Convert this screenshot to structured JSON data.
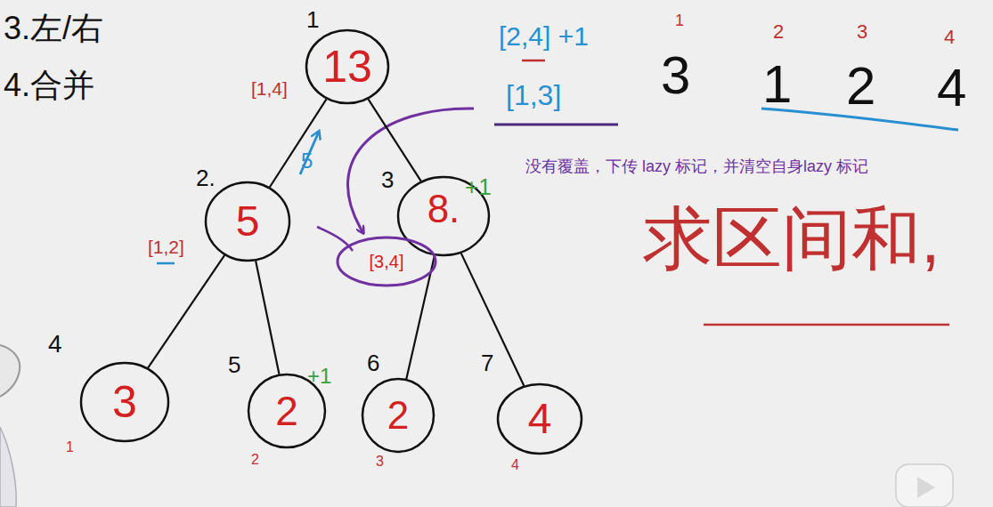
{
  "diagram": {
    "nodes": [
      {
        "text": [
          "13"
        ]
      },
      {
        "text": [
          "5"
        ]
      },
      {
        "text": [
          "8."
        ]
      },
      {
        "text": [
          "[3,4]"
        ]
      },
      {
        "text": [
          "3"
        ]
      },
      {
        "text": [
          "2"
        ]
      },
      {
        "text": [
          "2"
        ]
      },
      {
        "text": [
          "4"
        ]
      }
    ],
    "edges": [
      {
        "from": 0,
        "to": 1,
        "arrow": "none"
      },
      {
        "from": 0,
        "to": 2,
        "arrow": "none"
      },
      {
        "from": 1,
        "to": 4,
        "arrow": "none"
      },
      {
        "from": 1,
        "to": 5,
        "arrow": "none"
      },
      {
        "from": 2,
        "to": 6,
        "arrow": "none"
      },
      {
        "from": 2,
        "to": 7,
        "arrow": "none"
      }
    ],
    "labels": [
      "3.左/右",
      "4.合并",
      "1",
      "2.",
      "3",
      "4",
      "5",
      "6",
      "7",
      "[1,4]",
      "[1,2]",
      "5",
      "+1",
      "+1",
      "1",
      "2",
      "3",
      "4",
      "[2,4] +1",
      "[1,3]",
      "1",
      "2",
      "3",
      "4",
      "3",
      "1",
      "2",
      "4",
      "没有覆盖，下传 lazy 标记，并清空自身lazy 标记",
      "求区间和,"
    ]
  }
}
